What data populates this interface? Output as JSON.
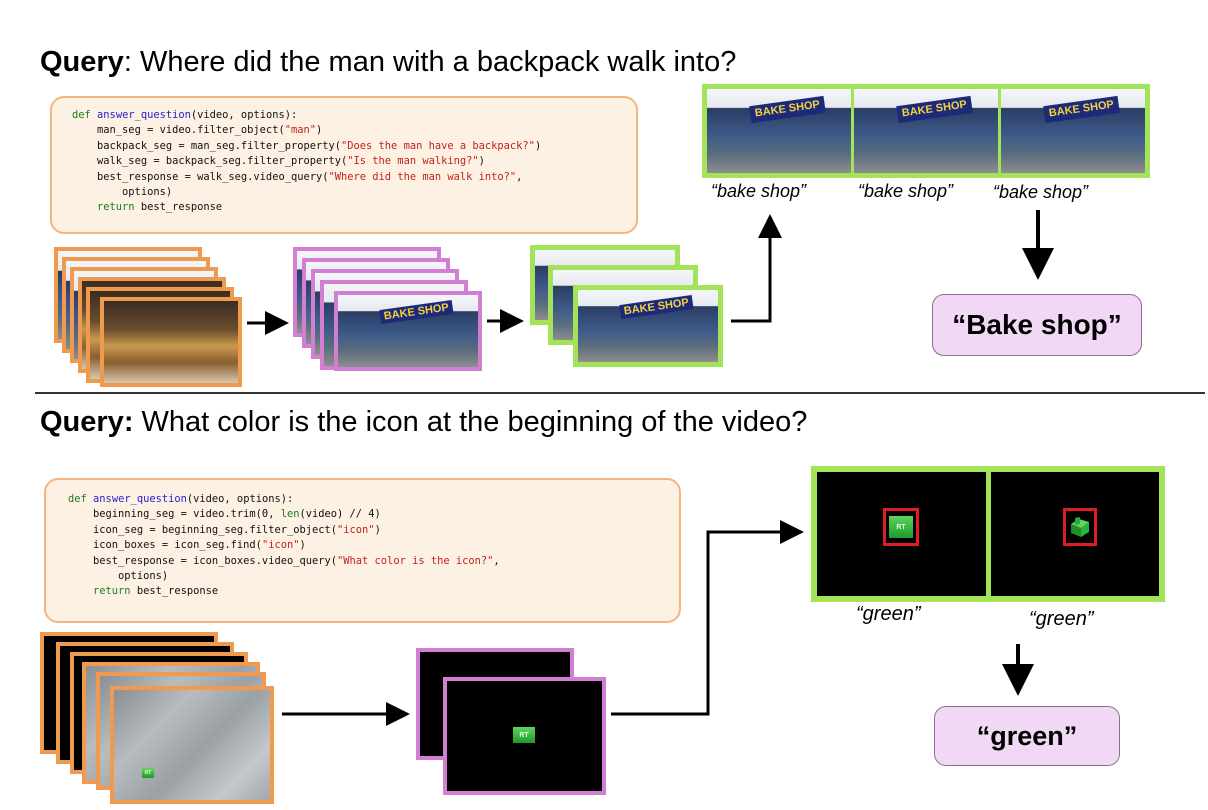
{
  "query1": {
    "label": "Query",
    "text": ": Where did the man with a backpack walk into?",
    "code": {
      "def": "def",
      "fn_name": "answer_question",
      "signature": "(video, options):",
      "line2": "man_seg = video.filter_object(",
      "line2_str": "\"man\"",
      "line2_end": ")",
      "line3": "backpack_seg = man_seg.filter_property(",
      "line3_str": "\"Does the man have a backpack?\"",
      "line3_end": ")",
      "line4": "walk_seg = backpack_seg.filter_property(",
      "line4_str": "\"Is the man walking?\"",
      "line4_end": ")",
      "line5": "best_response = walk_seg.video_query(",
      "line5_str": "\"Where did the man walk into?\"",
      "line5_end": ",",
      "line6": "options)",
      "ret": "return",
      "ret_val": "best_response"
    },
    "shop_sign": "BAKE SHOP",
    "captions": [
      "“bake shop”",
      "“bake shop”",
      "“bake shop”"
    ],
    "answer": "“Bake shop”"
  },
  "query2": {
    "label": "Query:",
    "text": " What color is the icon at the beginning of the video?",
    "code": {
      "def": "def",
      "fn_name": "answer_question",
      "signature": "(video, options):",
      "line2": "beginning_seg = video.trim(0, ",
      "line2_kw": "len",
      "line2_end": "(video) // 4)",
      "line3": "icon_seg = beginning_seg.filter_object(",
      "line3_str": "\"icon\"",
      "line3_end": ")",
      "line4": "icon_boxes = icon_seg.find(",
      "line4_str": "\"icon\"",
      "line4_end": ")",
      "line5": "best_response = icon_boxes.video_query(",
      "line5_str": "\"What color is the icon?\"",
      "line5_end": ",",
      "line6": "options)",
      "ret": "return",
      "ret_val": "best_response"
    },
    "icon_text": "RT",
    "captions": [
      "“green”",
      "“green”"
    ],
    "answer": "“green”"
  },
  "colors": {
    "orange_frame": "#ef9a4f",
    "purple_frame": "#d27fd3",
    "green_frame": "#a3e35a",
    "answer_fill": "#f1d8f4",
    "code_fill": "#fdf1e4",
    "highlight_box": "#e01d22"
  }
}
